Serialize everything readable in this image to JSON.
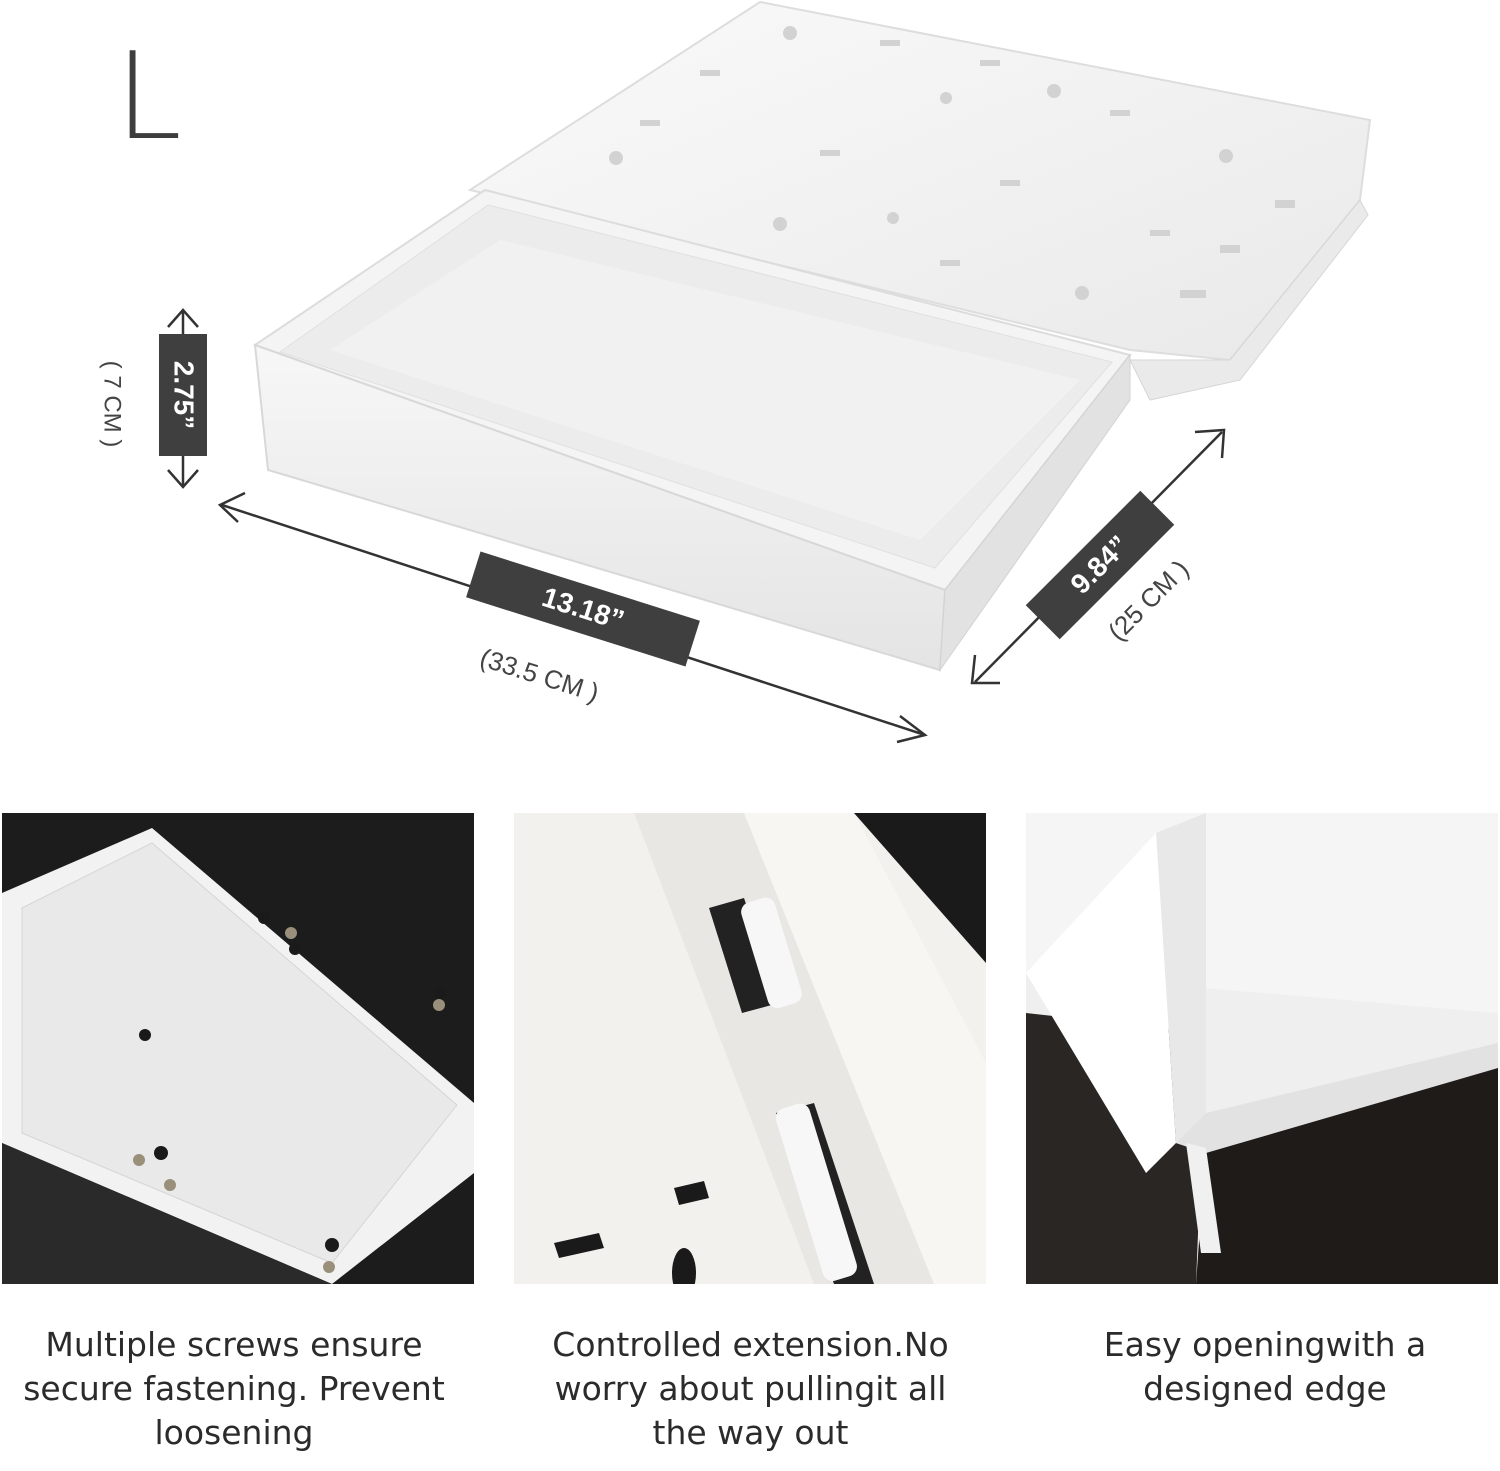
{
  "size_letter": "L",
  "dimensions": {
    "height": {
      "value": "2.75”",
      "metric": "( 7 CM )"
    },
    "width": {
      "value": "13.18”",
      "metric": "(33.5 CM )"
    },
    "depth": {
      "value": "9.84”",
      "metric": "(25 CM )"
    }
  },
  "features": [
    {
      "caption": "Multiple screws ensure secure fastening. Prevent loosening"
    },
    {
      "caption": "Controlled extension.No worry about pullingit all the way out"
    },
    {
      "caption": "Easy openingwith a designed edge"
    }
  ],
  "colors": {
    "label_bg": "#3f3f3f",
    "product": "#f2f2f2",
    "wood": "#1c1c1c"
  }
}
